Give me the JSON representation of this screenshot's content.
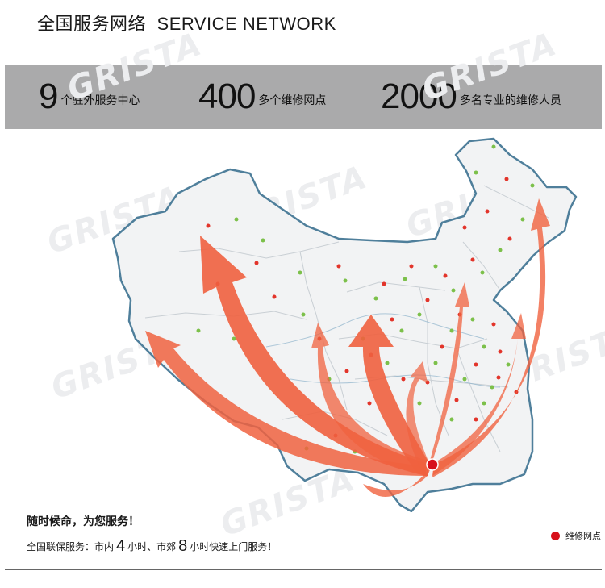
{
  "header": {
    "title_zh": "全国服务网络",
    "title_en": "SERVICE NETWORK"
  },
  "stats": [
    {
      "number": "9",
      "label": "个驻外服务中心"
    },
    {
      "number": "400",
      "label": "多个维修网点"
    },
    {
      "number": "2000",
      "label": "多名专业的维修人员"
    }
  ],
  "watermark": "GRISTA",
  "footer": {
    "slogan": "随时候命，为您服务！",
    "line_prefix": "全国联保服务：市内",
    "hours_city": "4",
    "line_mid": "小时、市郊",
    "hours_suburb": "8",
    "line_suffix": "小时快速上门服务！"
  },
  "legend": {
    "label": "维修网点",
    "color": "#d7101a"
  },
  "colors": {
    "arrow": "#f0613f",
    "map_border": "#4f7f9b",
    "map_fill": "#f2f3f4",
    "dot_green": "#7cc04a",
    "dot_red": "#e2342a"
  }
}
